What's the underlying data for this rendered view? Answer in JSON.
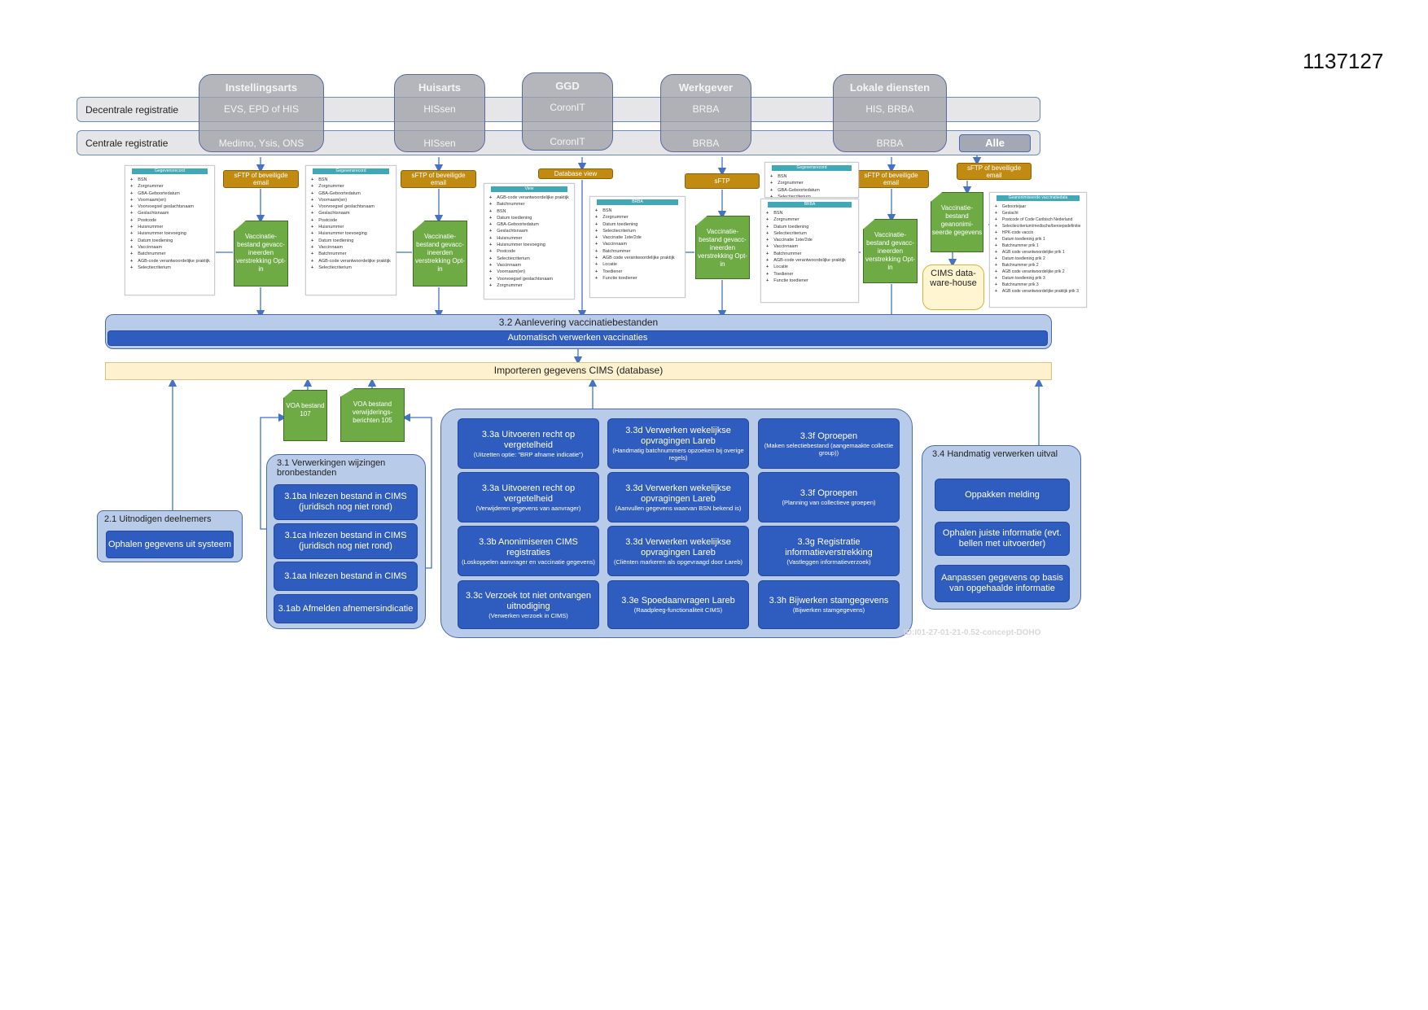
{
  "doc_id": "1137127",
  "bands": {
    "decentral": "Decentrale registratie",
    "central": "Centrale registratie"
  },
  "actors": [
    {
      "title": "Instellingsarts",
      "decentral": "EVS, EPD of HIS",
      "central": "Medimo, Ysis,  ONS"
    },
    {
      "title": "Huisarts",
      "decentral": "HISsen",
      "central": "HISsen"
    },
    {
      "title": "GGD",
      "decentral": "CoronIT",
      "central": "CoronIT"
    },
    {
      "title": "Werkgever",
      "decentral": "BRBA",
      "central": "BRBA"
    },
    {
      "title": "Lokale diensten",
      "decentral": "HIS, BRBA",
      "central": "BRBA"
    }
  ],
  "alle": "Alle",
  "channels": {
    "c1": "sFTP of beveiligde email",
    "c2": "sFTP of beveiligde email",
    "c3": "Database view",
    "c4": "sFTP",
    "c5": "sFTP of beveiligde email",
    "c6": "sFTP of beveiligde email"
  },
  "docs": {
    "d1": "Vaccinatie-bestand gevacc-ineerden verstrekking Opt-in",
    "d2": "Vaccinatie-bestand gevacc-ineerden verstrekking Opt-in",
    "d3": "Vaccinatie-bestand gevacc-ineerden verstrekking Opt-in",
    "d4": "Vaccinatie-bestand gevacc-ineerden verstrekking Opt-in",
    "d5": "Vaccinatie-bestand geanonimi-seerde gegevens",
    "voa1": "VOA bestand 107",
    "voa2": "VOA bestand verwijderings-berichten 105"
  },
  "cards": {
    "gr1": {
      "title": "Gegevensrecord",
      "items": [
        "BSN",
        "Zorgnummer",
        "GBA-Geboortedatum",
        "Voornaam(en)",
        "Voorvoegsel geslachtsnaam",
        "Geslachtsnaam",
        "Postcode",
        "Huisnummer",
        "Huisnummer toevoeging",
        "Datum toediening",
        "Vaccinnaam",
        "Batchnummer",
        "AGB-code verantwoordelijke praktijk",
        "Selectiecriterium"
      ]
    },
    "gr2": {
      "title": "Gegevensrecord",
      "items": [
        "BSN",
        "Zorgnummer",
        "GBA-Geboortedatum",
        "Voornaam(en)",
        "Voorvoegsel geslachtsnaam",
        "Geslachtsnaam",
        "Postcode",
        "Huisnummer",
        "Huisnummer toevoeging",
        "Datum toediening",
        "Vaccinnaam",
        "Batchnummer",
        "AGB-code verantwoordelijke praktijk",
        "Selectiecriterium"
      ]
    },
    "view": {
      "title": "View",
      "items": [
        "AGB-code verantwoordelijke praktijk",
        "Batchnummer",
        "BSN",
        "Datum toediening",
        "GBA-Geboortedatum",
        "Geslachtsnaam",
        "Huisnummer",
        "Huisnummer toevoeging",
        "Postcode",
        "Selectiecriterium",
        "Vaccinnaam",
        "Voornaam(en)",
        "Voorvoegsel geslachtsnaam",
        "Zorgnummer"
      ]
    },
    "brba1": {
      "title": "BRBA",
      "items": [
        "BSN",
        "Zorgnummer",
        "Datum toediening",
        "Selectiecriterium",
        "Vaccinatie 1ste/2de",
        "Vaccinnaam",
        "Batchnummer",
        "AGB code verantwoordelijke praktijk",
        "Locatie",
        "Toediener",
        "Functie toediener"
      ]
    },
    "gr3": {
      "title": "Gegevensrecord",
      "items": [
        "BSN",
        "Zorgnummer",
        "GBA-Geboortedatum",
        "Selectiecriterium"
      ]
    },
    "brba2": {
      "title": "BRBA",
      "items": [
        "BSN",
        "Zorgnummer",
        "Datum toediening",
        "Selectiecriterium",
        "Vaccinatie 1ste/2de",
        "Vaccinnaam",
        "Batchnummer",
        "AGB-code verantwoordelijke praktijk",
        "Locatie",
        "Toediener",
        "Functie toediener"
      ]
    },
    "anon": {
      "title": "Geanonimiseerde vaccinatiedata",
      "items": [
        "Geboortejaar",
        "Geslacht",
        "Postcode of Code Caribisch Nederland",
        "Selectiecriterium/medische/beroepsdefinitie",
        "HPK-code vaccin",
        "Datum toediening prik 1",
        "Batchnummer prik 1",
        "AGB code verantwoordelijke prik 1",
        "Datum toediening prik 2",
        "Batchnummer prik 2",
        "AGB code verantwoordelijke prik 2",
        "Datum toediening prik 3",
        "Batchnummer prik 3",
        "AGB code verantwoordelijke praktijk prik 3"
      ]
    }
  },
  "cims_dw": "CIMS data-ware-house",
  "aanlevering": {
    "title": "3.2 Aanlevering vaccinatiebestanden",
    "inner": "Automatisch verwerken vaccinaties"
  },
  "importeren": "Importeren gegevens CIMS (database)",
  "g21": {
    "title": "2.1 Uitnodigen deelnemers",
    "btn": "Ophalen gegevens uit systeem"
  },
  "g31": {
    "title": "3.1 Verwerkingen wijzingen bronbestanden",
    "items": [
      "3.1ba Inlezen bestand in CIMS (juridisch nog niet rond)",
      "3.1ca Inlezen bestand in CIMS (juridisch nog niet rond)",
      "3.1aa Inlezen bestand in CIMS",
      "3.1ab Afmelden afnemersindicatie"
    ]
  },
  "g33": [
    {
      "main": "3.3a Uitvoeren recht  op vergetelheid",
      "sub": "(Uitzetten optie: \"BRP afname indicatie\")"
    },
    {
      "main": "3.3d Verwerken wekelijkse opvragingen Lareb",
      "sub": "(Handmatig batchnummers opzoeken bij overige regels)"
    },
    {
      "main": "3.3f Oproepen",
      "sub": "(Maken selectiebestand (aangemaakte collectie group))"
    },
    {
      "main": "3.3a Uitvoeren recht  op vergetelheid",
      "sub": "(Verwijderen gegevens van aanvrager)"
    },
    {
      "main": "3.3d Verwerken wekelijkse opvragingen Lareb",
      "sub": "(Aanvullen gegevens waarvan BSN bekend is)"
    },
    {
      "main": "3.3f Oproepen",
      "sub": "(Planning van collectieve groepen)"
    },
    {
      "main": "3.3b Anonimiseren CIMS registraties",
      "sub": "(Loskoppelen aanvrager en vaccinatie gegevens)"
    },
    {
      "main": "3.3d Verwerken wekelijkse opvragingen Lareb",
      "sub": "(Cliënten markeren als opgevraagd door Lareb)"
    },
    {
      "main": "3.3g Registratie informatieverstrekking",
      "sub": "(Vastleggen informatieverzoek)"
    },
    {
      "main": "3.3c Verzoek tot niet ontvangen uitnodiging",
      "sub": "(Verwerken verzoek in CIMS)"
    },
    {
      "main": "3.3e Spoedaanvragen Lareb",
      "sub": "(Raadpleeg-functionaliteit CIMS)"
    },
    {
      "main": "3.3h Bijwerken stamgegevens",
      "sub": "(Bijwerken  stamgegevens)"
    }
  ],
  "g34": {
    "title": "3.4 Handmatig verwerken uitval",
    "items": [
      "Oppakken melding",
      "Ophalen juiste informatie (evt. bellen met uitvoerder)",
      "Aanpassen gegevens op basis van opgehaalde informatie"
    ]
  },
  "watermark": "ID:I01-27-01-21-0.52-concept-DOHO"
}
